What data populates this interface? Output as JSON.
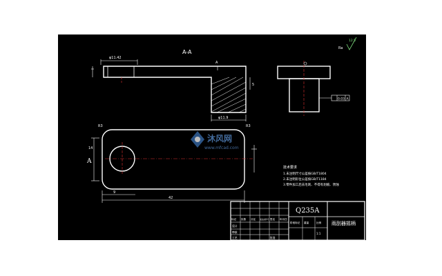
{
  "drawing": {
    "section_label": "A-A",
    "top_dim_label": "φ11.42",
    "section_arrow_label": "A",
    "depth_dim_label": "φ11.9",
    "right_small_dim": "5",
    "roughness_label": "Ra",
    "roughness_value": "12.5",
    "datum_label": "A",
    "tolerance_value": "0.03",
    "plan_corner_left": "R3",
    "plan_corner_right": "R3",
    "plan_width_dim": "9",
    "plan_length_dim": "42",
    "plan_height_dim": "14",
    "plan_side_label": "A",
    "watermark_text": "沐风网",
    "watermark_url": "www.mfcad.com"
  },
  "notes": {
    "title": "技术要求",
    "line1": "1.未注明尺寸公差按GB/T1804",
    "line2": "2.未注明形位公差按GB/T1184",
    "line3": "3.零件加工后去毛刺、不得有划痕、锈蚀"
  },
  "title_block": {
    "material": "Q235A",
    "part_name": "雨刮器摇柄",
    "col_labels": [
      "标记",
      "处数",
      "分区",
      "更改文件号",
      "签名",
      "年月日"
    ],
    "row_labels": [
      "设计",
      "审核",
      "工艺",
      "批准"
    ],
    "stage_label": "阶段标记",
    "weight_label": "重量",
    "scale_label": "比例",
    "scale_value": "1:1"
  }
}
